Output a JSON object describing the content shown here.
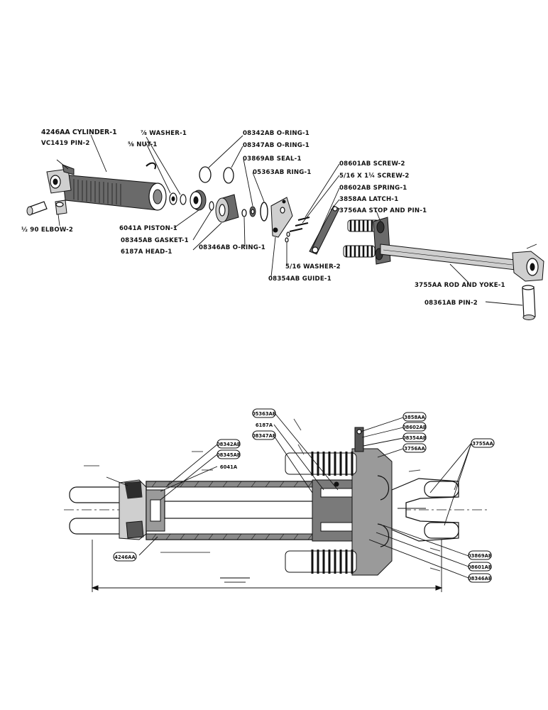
{
  "exploded_view": {
    "labels": {
      "cylinder": "4246AA CYLINDER-1",
      "pin2_top": "VC1419 PIN-2",
      "washer": "⅞ WASHER-1",
      "nut": "⅝ NUT-1",
      "oring_08342": "08342AB O-RING-1",
      "oring_08347": "08347AB O-RING-1",
      "seal": "03869AB SEAL-1",
      "ring": "05363AB RING-1",
      "screw_08601": "08601AB SCREW-2",
      "screw_516": "5/16 X 1¼ SCREW-2",
      "spring": "08602AB SPRING-1",
      "latch": "3858AA LATCH-1",
      "stop_pin": "3756AA STOP AND PIN-1",
      "elbow": "½ 90 ELBOW-2",
      "piston": "6041A PISTON-1",
      "gasket": "08345AB GASKET-1",
      "head": "6187A HEAD-1",
      "oring_08346": "08346AB O-RING-1",
      "washer2": "5/16 WASHER-2",
      "guide": "08354AB GUIDE-1",
      "rod_yoke": "3755AA ROD AND YOKE-1",
      "pin2_bottom": "08361AB PIN-2"
    }
  },
  "section_view": {
    "tags": {
      "t05363": "05363AB",
      "t6187": "6187A",
      "t08347": "08347AB",
      "t08342": "08342AB",
      "t08345": "08345AB",
      "t6041": "6041A",
      "t4246": "4246AA",
      "t3858": "3858AA",
      "t08602": "08602AB",
      "t08354": "08354AB",
      "t3756": "3756AA",
      "t3755": "3755AA",
      "t03869": "03869AB",
      "t08601": "08601AB",
      "t08346": "08346AB"
    }
  }
}
